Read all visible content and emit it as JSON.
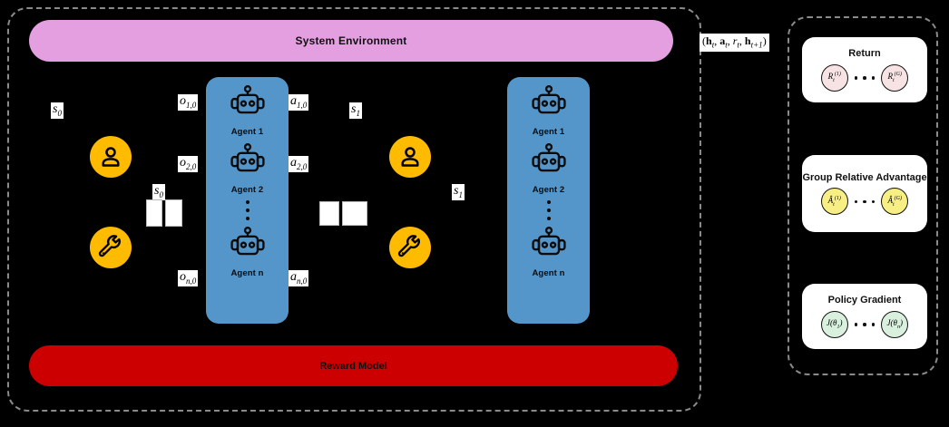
{
  "diagram": {
    "system_environment": {
      "label": "System Environment",
      "color": "#E39FE0"
    },
    "reward_model": {
      "label": "Reward Model",
      "color": "#CC0000"
    },
    "trajectory_tuple": {
      "text": "(h_t, a_t, r_t, h_t+1)"
    },
    "groups": [
      {
        "state_label_top": "s0",
        "state_label_mid": "s0",
        "user_icon": "user-icon",
        "tool_icon": "wrench-icon",
        "doc_icon": "document-icon",
        "agent_panel": {
          "color": "#5496CA",
          "agents": [
            {
              "name": "Agent 1",
              "observation": "o1,0",
              "action": "a1,0"
            },
            {
              "name": "Agent 2",
              "observation": "o2,0",
              "action": "a2,0"
            },
            {
              "name": "Agent n",
              "observation": "on,0",
              "action": "an,0"
            }
          ]
        }
      },
      {
        "state_label_top": "s1",
        "state_label_mid": "s1",
        "user_icon": "user-icon",
        "tool_icon": "wrench-icon",
        "doc_icon": "document-icon",
        "agent_panel": {
          "color": "#5496CA",
          "agents": [
            {
              "name": "Agent 1"
            },
            {
              "name": "Agent 2"
            },
            {
              "name": "Agent n"
            }
          ]
        }
      }
    ],
    "rl_panel": {
      "cards": [
        {
          "title": "Return",
          "node_color": "#F7E3E3",
          "left_node": {
            "base": "R",
            "sub": "t",
            "sup": "(1)"
          },
          "right_node": {
            "base": "R",
            "sub": "t",
            "sup": "(G)"
          }
        },
        {
          "title": "Group Relative Advantage",
          "node_color": "#F7EE84",
          "left_node": {
            "base": "Â",
            "sub": "t",
            "sup": "(1)"
          },
          "right_node": {
            "base": "Â",
            "sub": "t",
            "sup": "(G)"
          }
        },
        {
          "title": "Policy Gradient",
          "node_color": "#D9F0DF",
          "left_node": {
            "base": "J(θ",
            "sub": "1",
            "sup": ")"
          },
          "right_node": {
            "base": "J(θ",
            "sub": "n",
            "sup": ")"
          }
        }
      ]
    }
  }
}
